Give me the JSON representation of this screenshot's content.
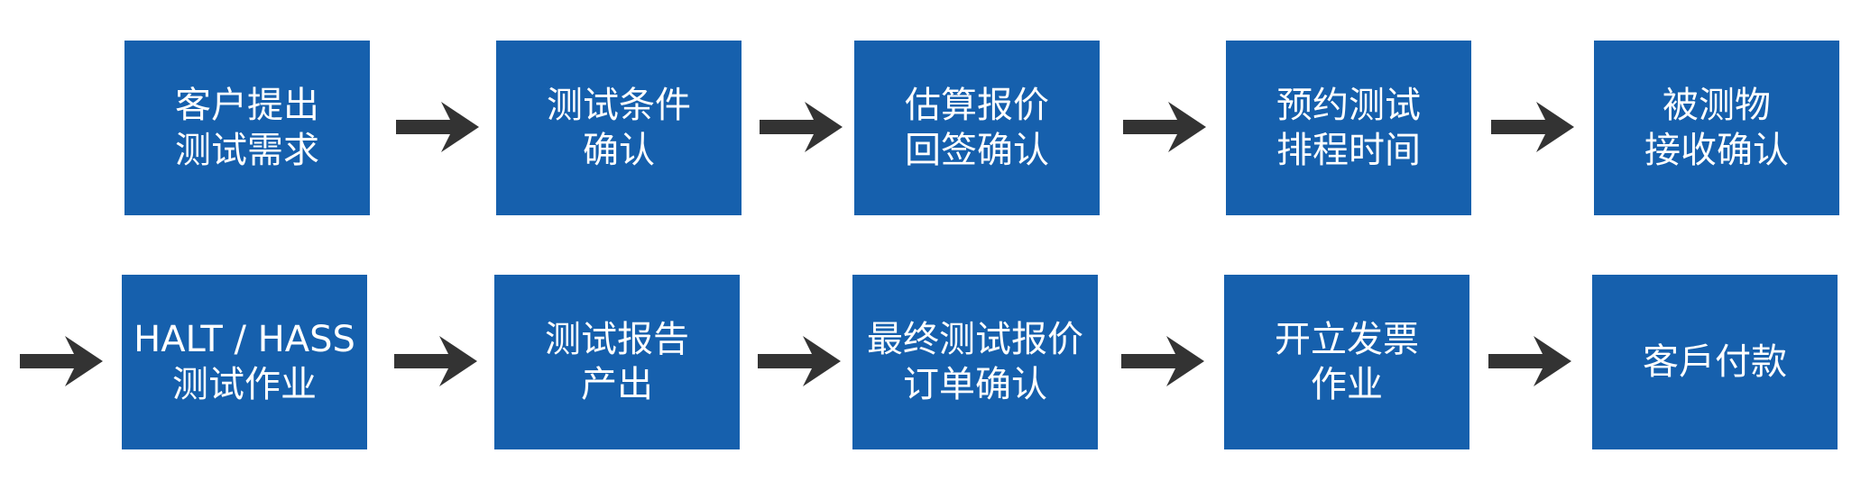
{
  "colors": {
    "box_fill": "#1660ad",
    "box_text": "#ffffff",
    "arrow": "#333333",
    "background": "#ffffff"
  },
  "flow": {
    "row1": [
      {
        "line1": "客户提出",
        "line2": "测试需求"
      },
      {
        "line1": "测试条件",
        "line2": "确认"
      },
      {
        "line1": "估算报价",
        "line2": "回签确认"
      },
      {
        "line1": "预约测试",
        "line2": "排程时间"
      },
      {
        "line1": "被测物",
        "line2": "接收确认"
      }
    ],
    "row2": [
      {
        "line1": "HALT / HASS",
        "line2": "测试作业"
      },
      {
        "line1": "测试报告",
        "line2": "产出"
      },
      {
        "line1": "最终测试报价",
        "line2": "订单确认"
      },
      {
        "line1": "开立发票",
        "line2": "作业"
      },
      {
        "line1": "客戶付款",
        "line2": ""
      }
    ]
  }
}
